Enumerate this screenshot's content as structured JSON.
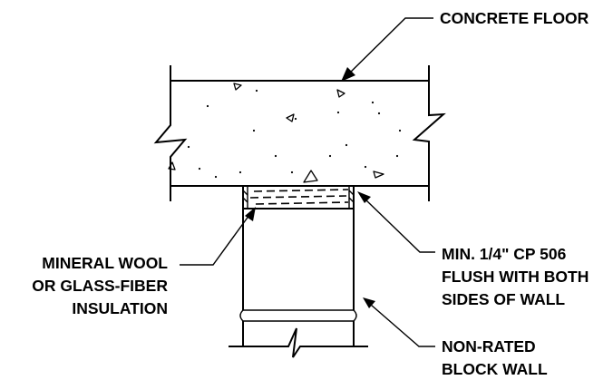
{
  "labels": {
    "concrete_floor": "CONCRETE FLOOR",
    "mineral_wool": [
      "MINERAL WOOL",
      "OR GLASS-FIBER",
      "INSULATION"
    ],
    "cp506": [
      "MIN. 1/4\" CP 506",
      "FLUSH WITH BOTH",
      "SIDES OF WALL"
    ],
    "block_wall": [
      "NON-RATED",
      "BLOCK WALL"
    ]
  },
  "colors": {
    "line": "#000000",
    "background": "#ffffff"
  }
}
